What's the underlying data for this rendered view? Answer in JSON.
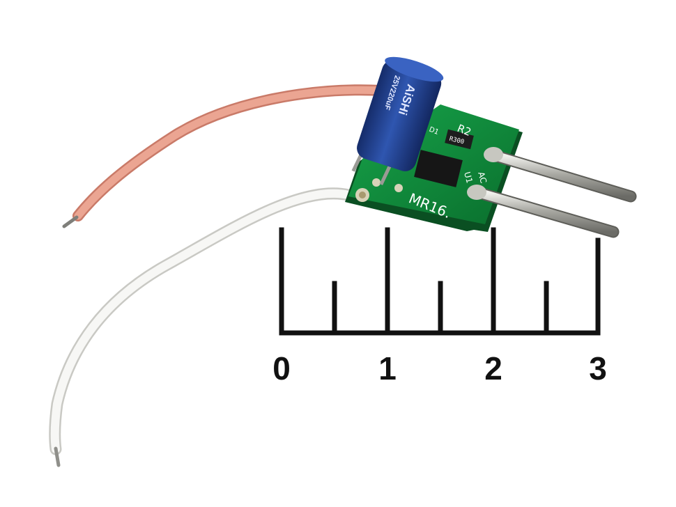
{
  "product": {
    "board_label": "MR16.",
    "silkscreen": [
      "R2",
      "U1",
      "AC",
      "D1"
    ],
    "resistor_code": "R300",
    "capacitor": {
      "brand": "AiSHi",
      "rating": "25V220uF"
    }
  },
  "ruler": {
    "labels": [
      "0",
      "1",
      "2",
      "3"
    ]
  },
  "colors": {
    "background": "#ffffff",
    "pcb_green": "#0e8a3a",
    "capacitor_blue": "#1f3f8e",
    "red_wire": "#e39a86",
    "white_wire": "#f4f4f2",
    "pin_metal": "#b9b9b4"
  }
}
